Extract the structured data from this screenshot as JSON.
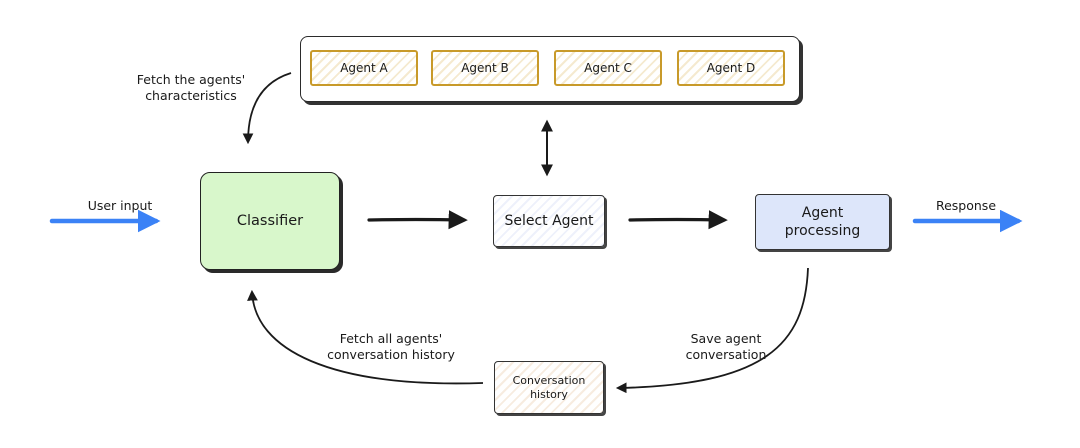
{
  "panel": {
    "agents": [
      {
        "label": "Agent A"
      },
      {
        "label": "Agent B"
      },
      {
        "label": "Agent C"
      },
      {
        "label": "Agent D"
      }
    ]
  },
  "nodes": {
    "classifier": "Classifier",
    "select_agent": "Select Agent",
    "agent_processing": "Agent\nprocessing",
    "conversation_history": "Conversation\nhistory"
  },
  "edges": {
    "user_input": "User input",
    "response": "Response",
    "fetch_characteristics": "Fetch the agents'\ncharacteristics",
    "fetch_history": "Fetch all agents'\nconversation history",
    "save_conversation": "Save agent\nconversation"
  },
  "colors": {
    "io_arrow": "#3b82f6",
    "flow_arrow": "#1a1a1a",
    "agent_tile_border": "#c89a2a",
    "classifier_fill": "#d8f7cb",
    "processing_fill": "#dde6fa",
    "history_fill": "#f7ece0"
  }
}
